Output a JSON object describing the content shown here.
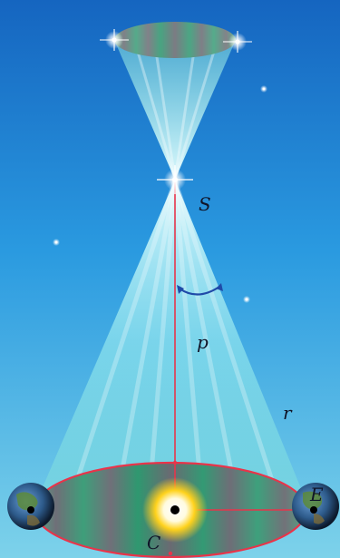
{
  "diagram": {
    "labels": {
      "star": "S",
      "parallax_distance": "p",
      "radius": "r",
      "center": "C",
      "earth": "E"
    },
    "colors": {
      "sky_top": "#1a6fc8",
      "sky_bottom": "#7dcfe6",
      "beam": "#c8fbff",
      "orbit_line": "#e8344a",
      "angle_arrow": "#1f4aa8",
      "sun_core": "#ffffff",
      "sun_glow": "#ffd21c"
    },
    "icons": [
      "star-glint-icon",
      "earth-globe-icon",
      "sun-icon"
    ]
  }
}
